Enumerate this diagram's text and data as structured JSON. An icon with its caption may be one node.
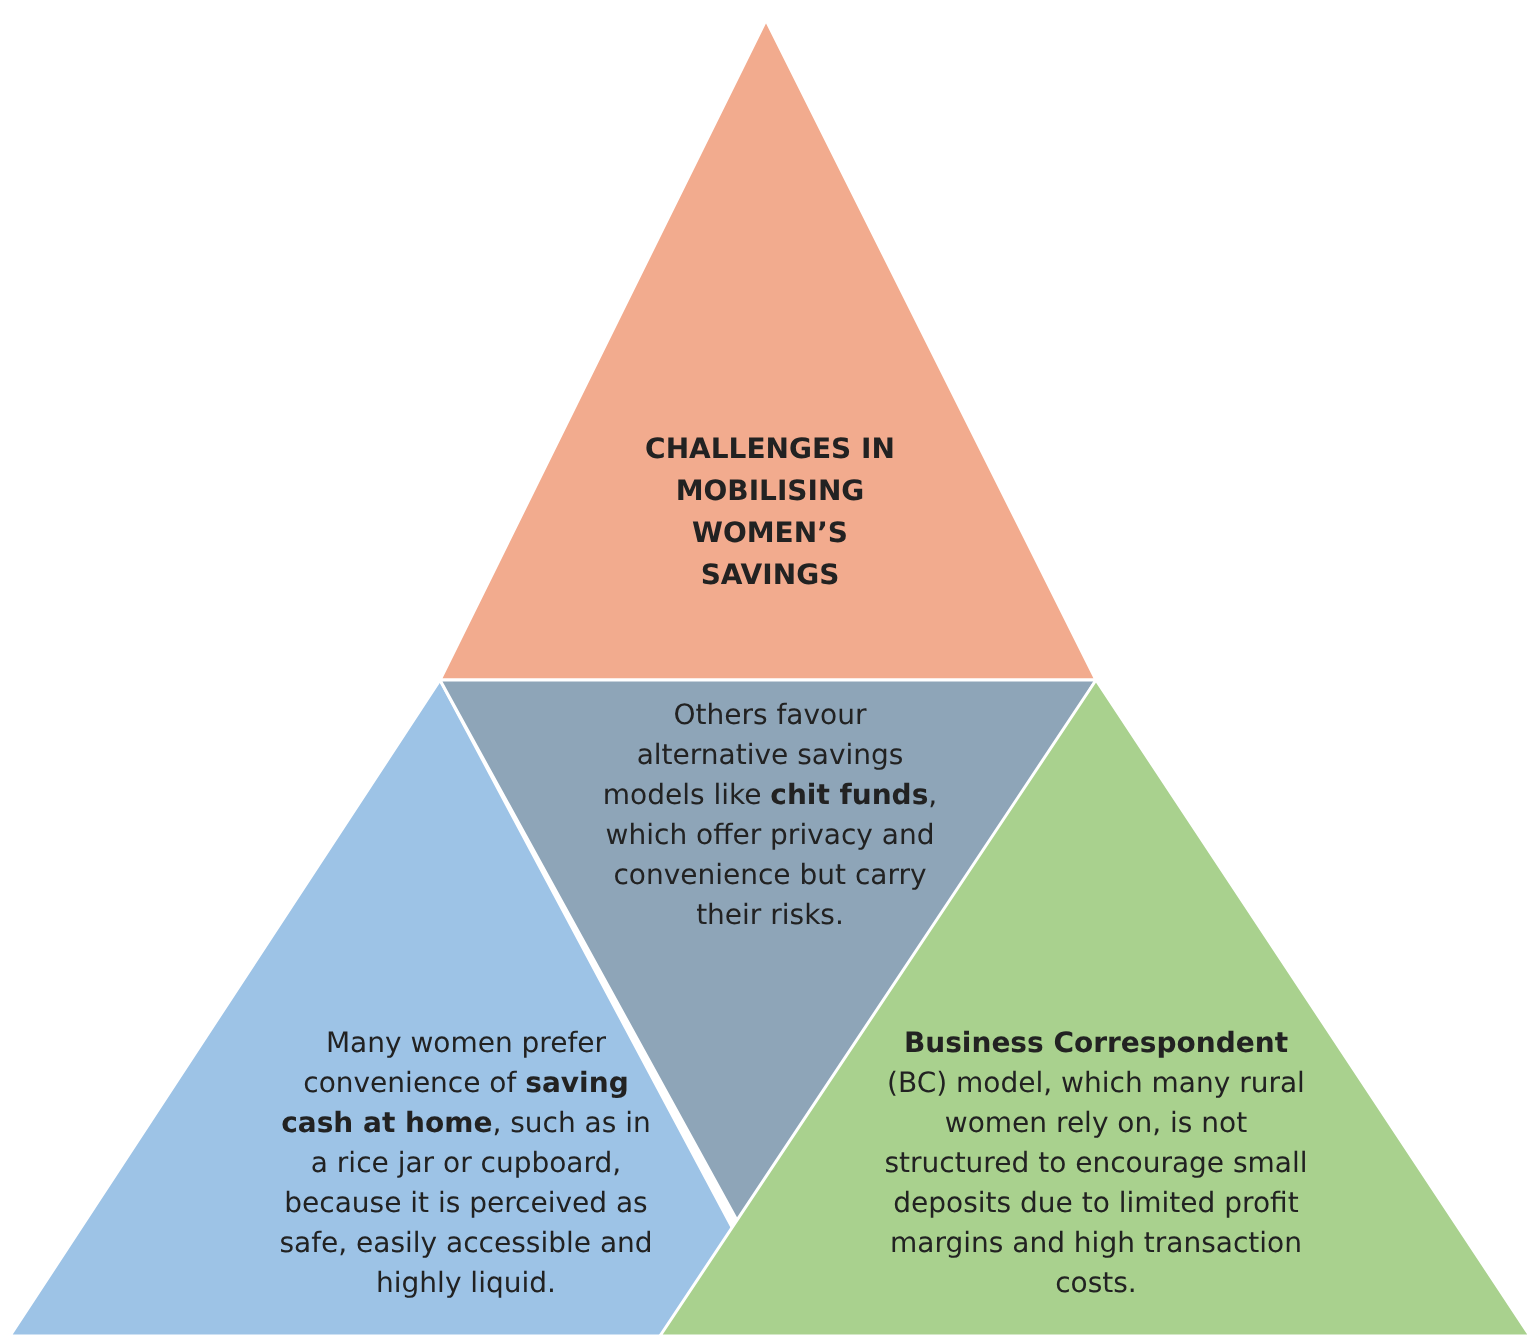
{
  "diagram": {
    "nodes": [
      {
        "text": [
          "CHALLENGES IN MOBILISING WOMEN’S SAVINGS"
        ]
      },
      {
        "text": [
          "Others favour alternative savings models like **chit funds**, which offer privacy and convenience but carry their risks."
        ]
      },
      {
        "text": [
          "Many women prefer convenience of **saving cash at home**, such as in a rice jar or cupboard, because it is perceived as safe, easily accessible and highly liquid."
        ]
      },
      {
        "text": [
          "**Business Correspondent** (BC) model, which many rural women rely on, is not structured to encourage small deposits due to limited profit margins and high transaction costs."
        ]
      }
    ]
  }
}
